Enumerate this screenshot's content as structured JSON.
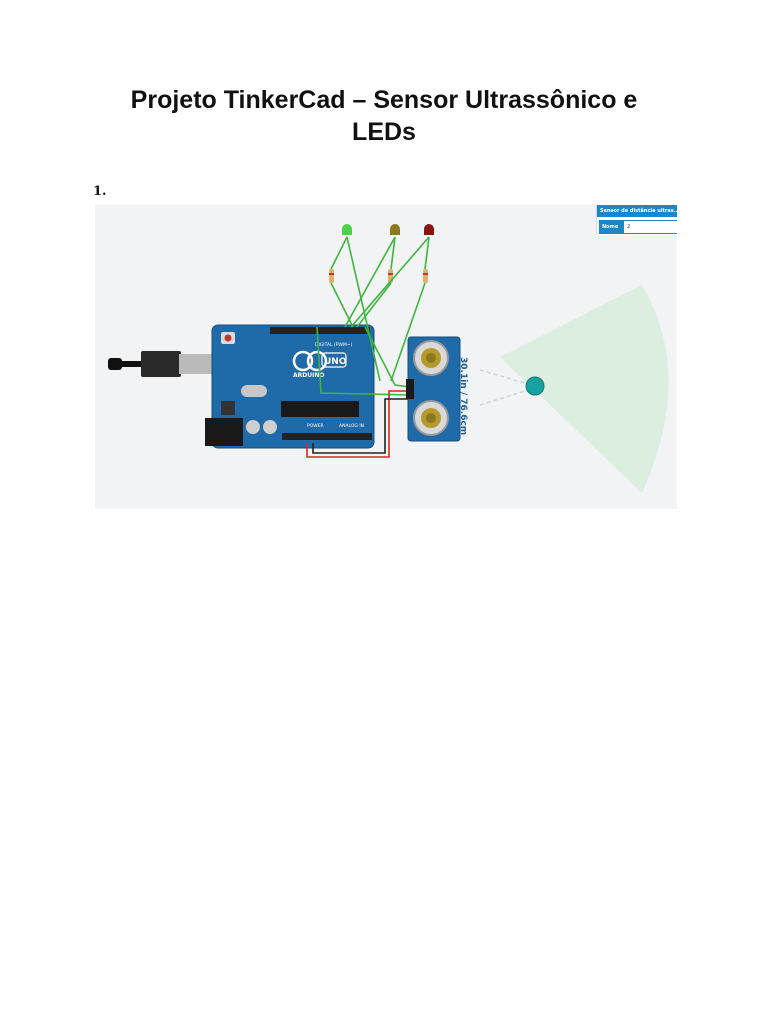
{
  "document": {
    "title": "Projeto TinkerCad – Sensor Ultrassônico e LEDs",
    "item_number": "1."
  },
  "figure": {
    "panel": {
      "title": "Sensor de distância ultras...",
      "name_label": "Nome",
      "name_value": "2"
    },
    "board": {
      "brand": "ARDUINO",
      "model": "UNO",
      "digital_label": "DIGITAL (PWM~)",
      "power_label": "POWER",
      "analog_label": "ANALOG IN"
    },
    "sensor": {
      "reading": "30.1in / 76.6cm"
    },
    "leds": [
      {
        "color": "green",
        "hex": "#4cd14c"
      },
      {
        "color": "yellow",
        "hex": "#8a7a1c"
      },
      {
        "color": "red",
        "hex": "#8b1414"
      }
    ],
    "colors": {
      "board": "#1f6aa8",
      "wire_green": "#3fb43f",
      "wire_red": "#d9281f",
      "wire_black": "#222222",
      "sensor_range": "#d7ecdc",
      "target": "#17a2a2"
    }
  }
}
